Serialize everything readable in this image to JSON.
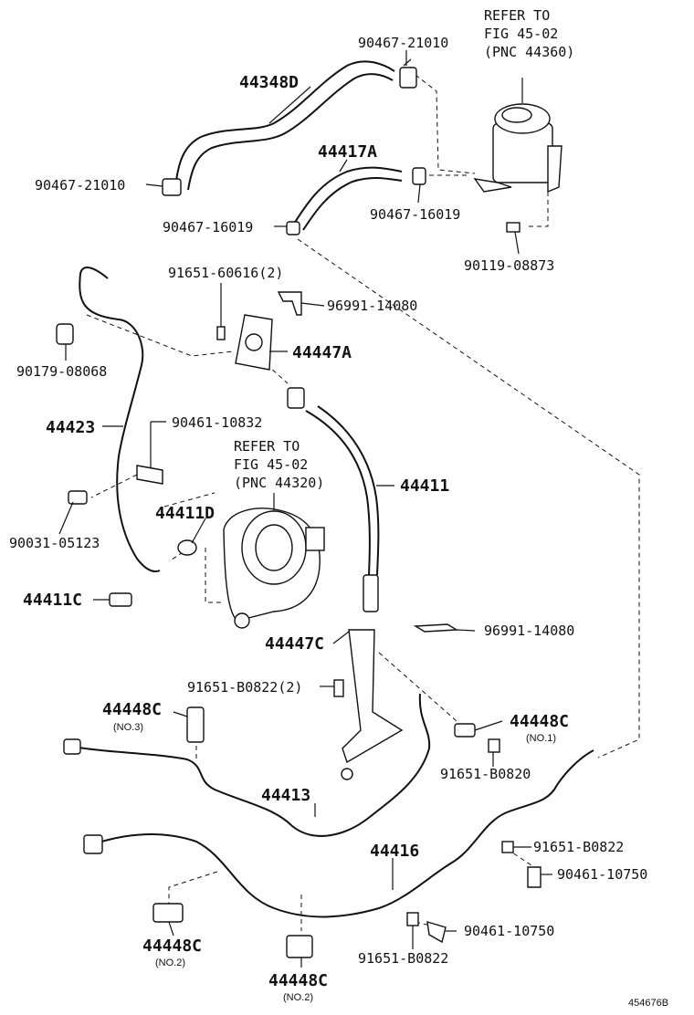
{
  "diagram": {
    "refs": {
      "reservoir": [
        "REFER TO",
        "FIG 45-02",
        "(PNC 44360)"
      ],
      "pump": [
        "REFER TO",
        "FIG 45-02",
        "(PNC 44320)"
      ]
    },
    "labels": {
      "p44348D": "44348D",
      "p90467_21010_top": "90467-21010",
      "p90467_21010_left": "90467-21010",
      "p44417A": "44417A",
      "p90467_16019_left": "90467-16019",
      "p90467_16019_right": "90467-16019",
      "p90119_08873": "90119-08873",
      "p91651_60616": "91651-60616(2)",
      "p96991_14080_top": "96991-14080",
      "p90179_08068": "90179-08068",
      "p44447A": "44447A",
      "p44423": "44423",
      "p90461_10832": "90461-10832",
      "p44411": "44411",
      "p44411D": "44411D",
      "p90031_05123": "90031-05123",
      "p44411C": "44411C",
      "p44447C": "44447C",
      "p96991_14080_bottom": "96991-14080",
      "p91651_B0822_2": "91651-B0822(2)",
      "p44448C_no3": "44448C",
      "p44448C_no1": "44448C",
      "p91651_B0820": "91651-B0820",
      "p44413": "44413",
      "p44416": "44416",
      "p91651_B0822_right": "91651-B0822",
      "p90461_10750_right": "90461-10750",
      "p90461_10750_bottom": "90461-10750",
      "p91651_B0822_bottom": "91651-B0822",
      "p44448C_no2_left": "44448C",
      "p44448C_no2_mid": "44448C"
    },
    "notes": {
      "no3": "(NO.3)",
      "no1": "(NO.1)",
      "no2_left": "(NO.2)",
      "no2_mid": "(NO.2)"
    },
    "figure_id": "454676B"
  }
}
